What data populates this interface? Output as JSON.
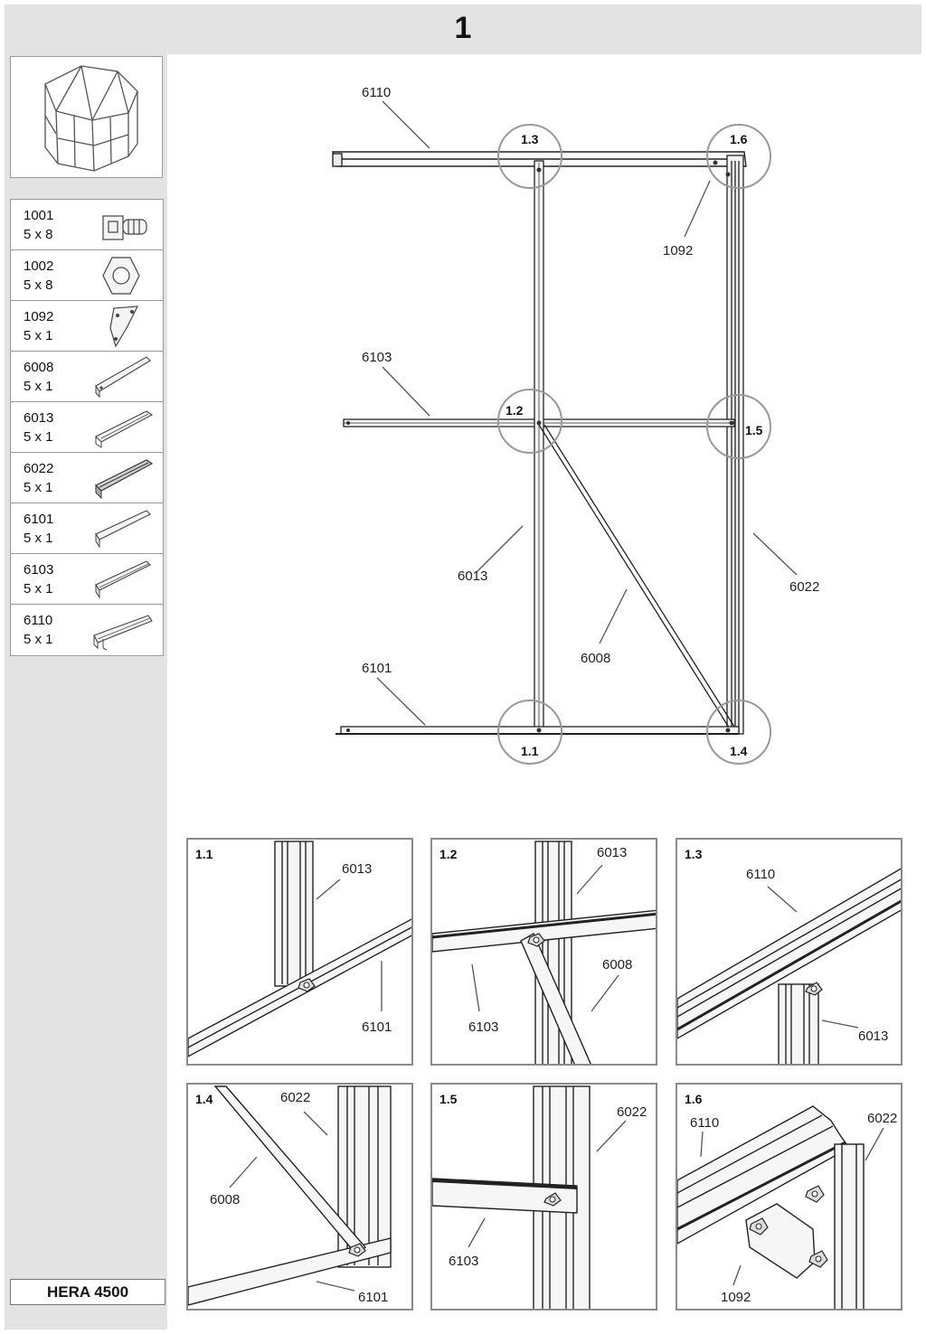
{
  "header": {
    "step_number": "1"
  },
  "parts": [
    {
      "code": "1001",
      "qty": "5 x 8",
      "icon": "bolt-icon"
    },
    {
      "code": "1002",
      "qty": "5 x 8",
      "icon": "nut-icon"
    },
    {
      "code": "1092",
      "qty": "5 x 1",
      "icon": "corner-plate-icon"
    },
    {
      "code": "6008",
      "qty": "5 x 1",
      "icon": "profile-icon"
    },
    {
      "code": "6013",
      "qty": "5 x 1",
      "icon": "profile-icon"
    },
    {
      "code": "6022",
      "qty": "5 x 1",
      "icon": "profile-icon"
    },
    {
      "code": "6101",
      "qty": "5 x 1",
      "icon": "profile-icon"
    },
    {
      "code": "6103",
      "qty": "5 x 1",
      "icon": "profile-icon"
    },
    {
      "code": "6110",
      "qty": "5 x 1",
      "icon": "profile-icon"
    }
  ],
  "model": "HERA 4500",
  "diagram": {
    "part_labels": {
      "top": "6110",
      "corner_plate": "1092",
      "middle": "6103",
      "center_post": "6013",
      "right_post": "6022",
      "brace": "6008",
      "bottom": "6101"
    },
    "callouts": {
      "c11": "1.1",
      "c12": "1.2",
      "c13": "1.3",
      "c14": "1.4",
      "c15": "1.5",
      "c16": "1.6"
    }
  },
  "details": [
    {
      "id": "1.1",
      "labels": [
        "6013",
        "6101"
      ]
    },
    {
      "id": "1.2",
      "labels": [
        "6013",
        "6008",
        "6103"
      ]
    },
    {
      "id": "1.3",
      "labels": [
        "6110",
        "6013"
      ]
    },
    {
      "id": "1.4",
      "labels": [
        "6022",
        "6008",
        "6101"
      ]
    },
    {
      "id": "1.5",
      "labels": [
        "6022",
        "6103"
      ]
    },
    {
      "id": "1.6",
      "labels": [
        "6110",
        "6022",
        "1092"
      ]
    }
  ]
}
